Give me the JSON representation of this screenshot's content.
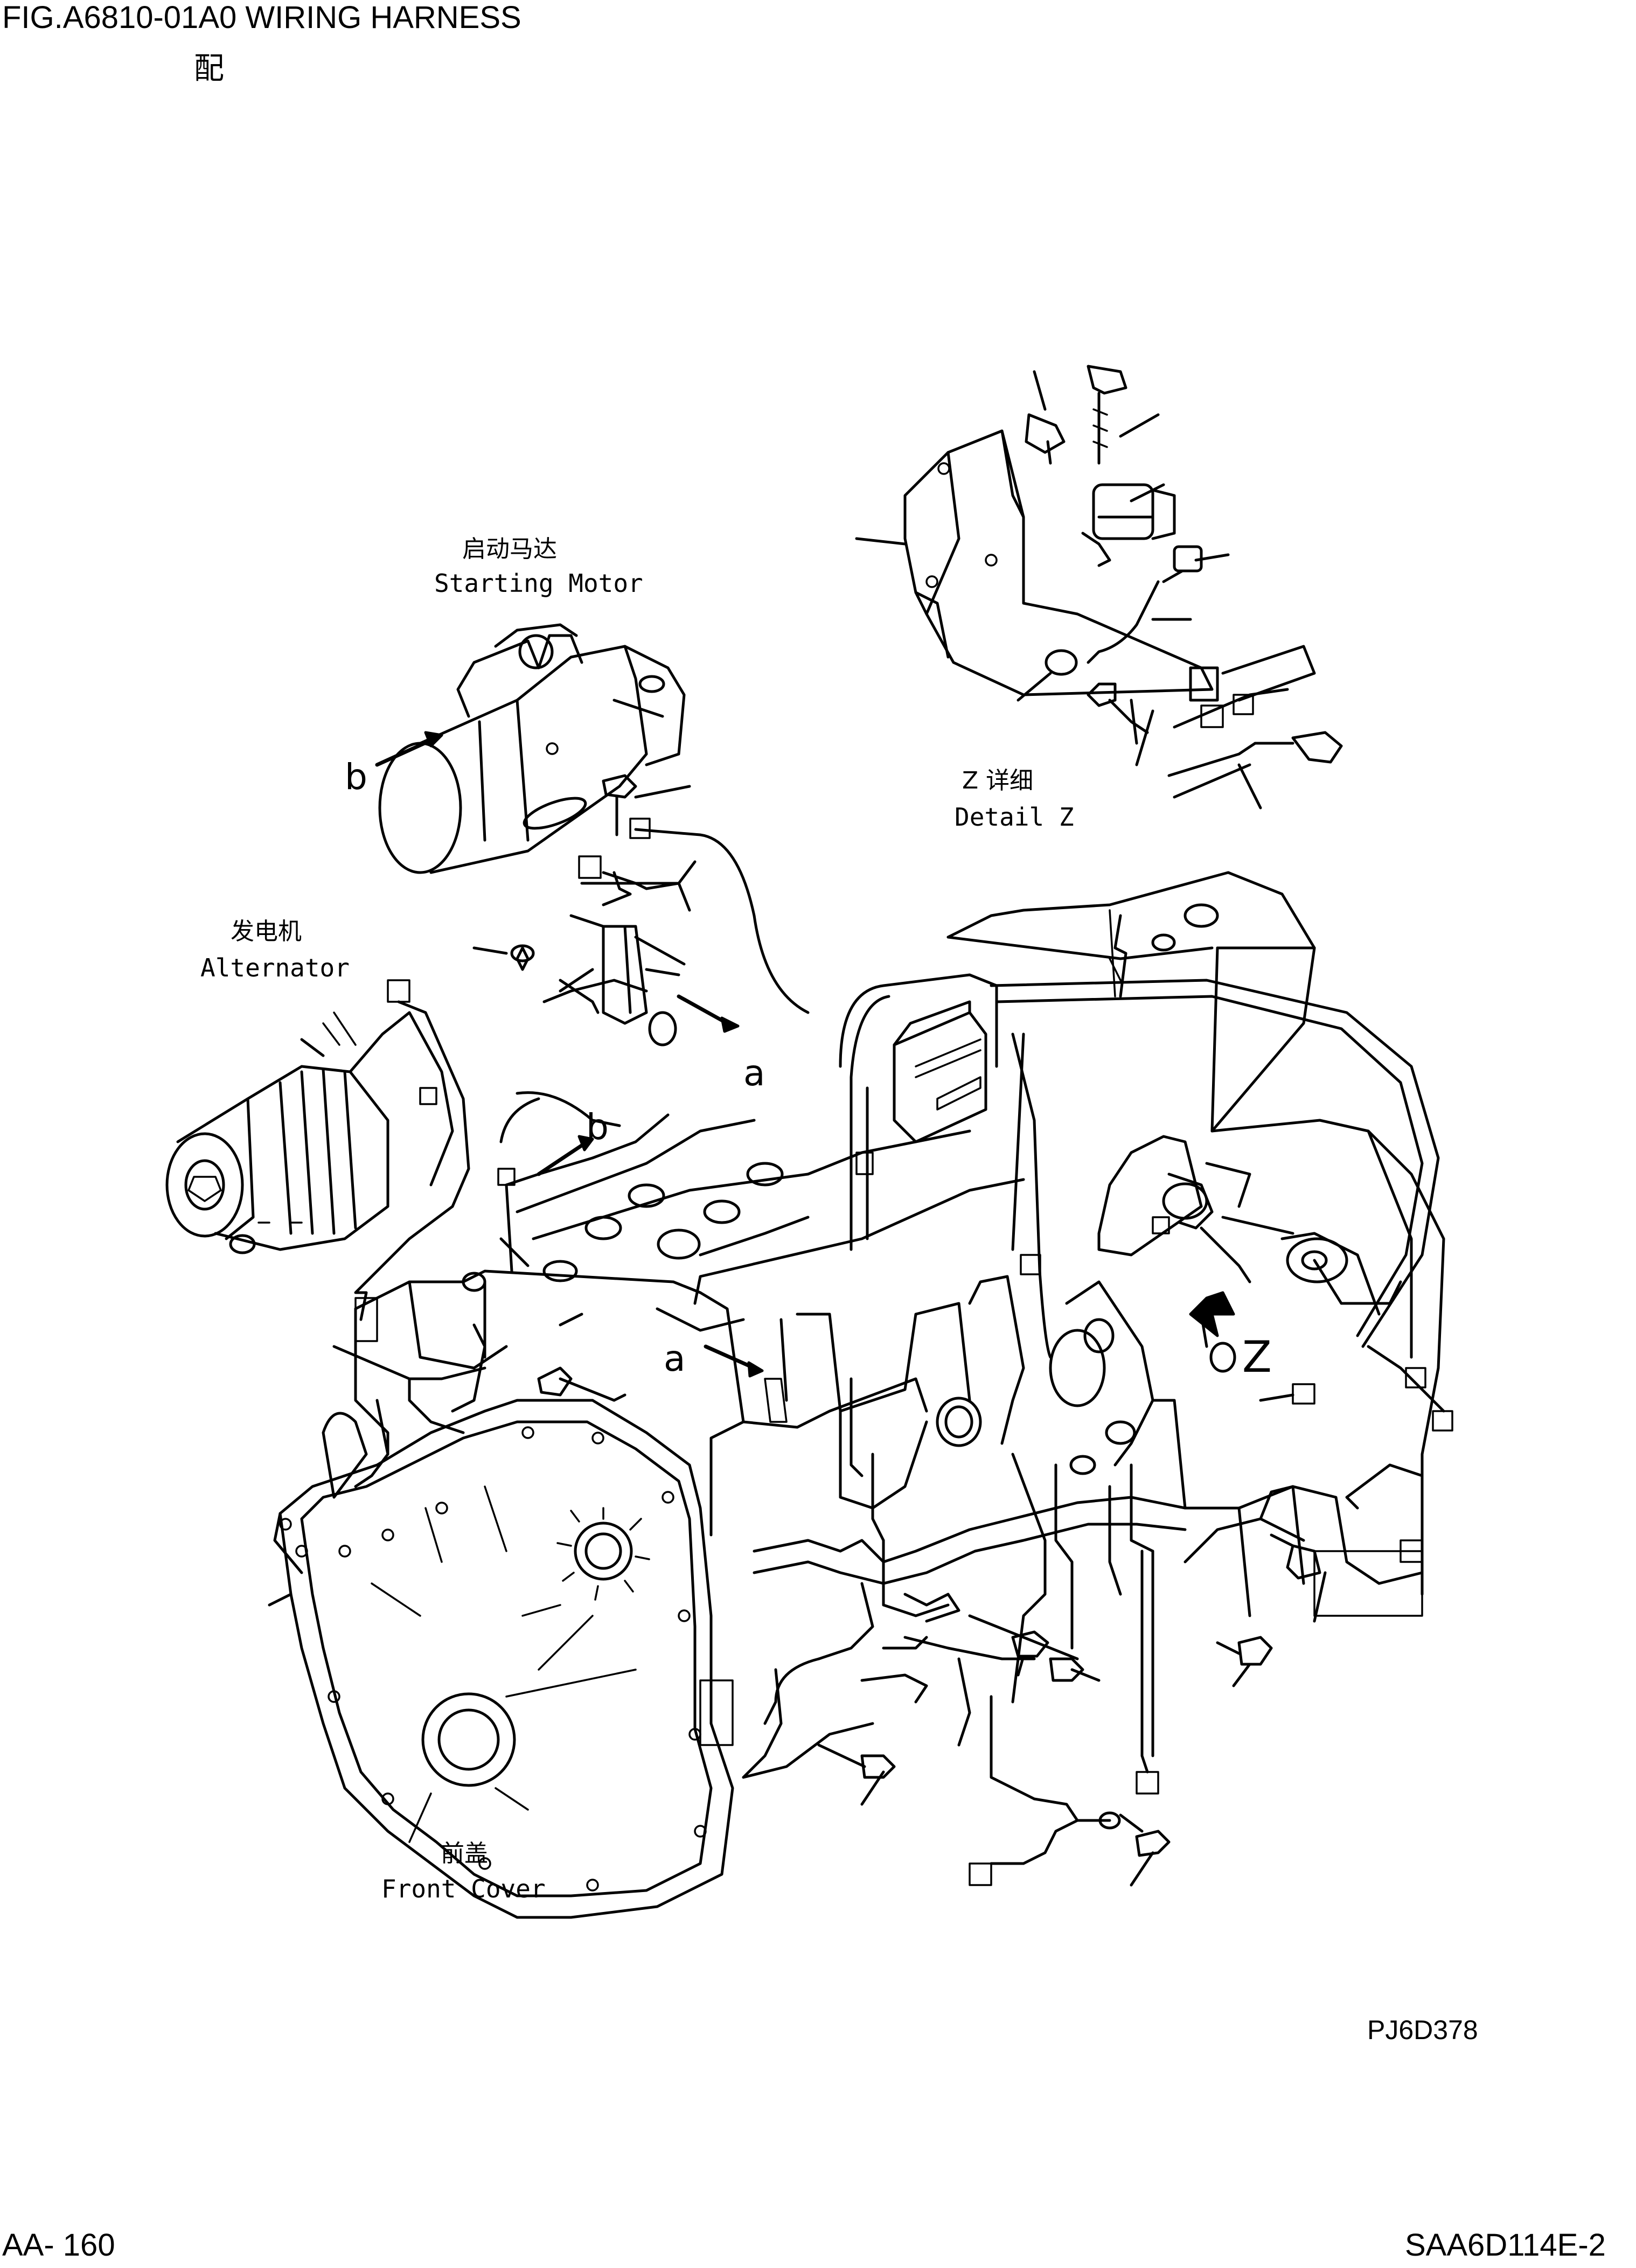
{
  "header": {
    "title": "FIG.A6810-01A0   WIRING HARNESS",
    "title_cn": "配"
  },
  "labels": {
    "starting_motor_cn": "启动马达",
    "starting_motor_en": "Starting Motor",
    "alternator_cn": "发电机",
    "alternator_en": "Alternator",
    "detail_z_cn": "Z 详细",
    "detail_z_en": "Detail Z",
    "front_cover_cn": "前盖",
    "front_cover_en": "Front Cover",
    "ref_b_top": "b",
    "ref_b_mid": "b",
    "ref_a_top": "a",
    "ref_a_mid": "a",
    "ref_z": "Z"
  },
  "drawing_code": "PJ6D378",
  "footer": {
    "page": "AA- 160",
    "model": "SAA6D114E-2"
  }
}
